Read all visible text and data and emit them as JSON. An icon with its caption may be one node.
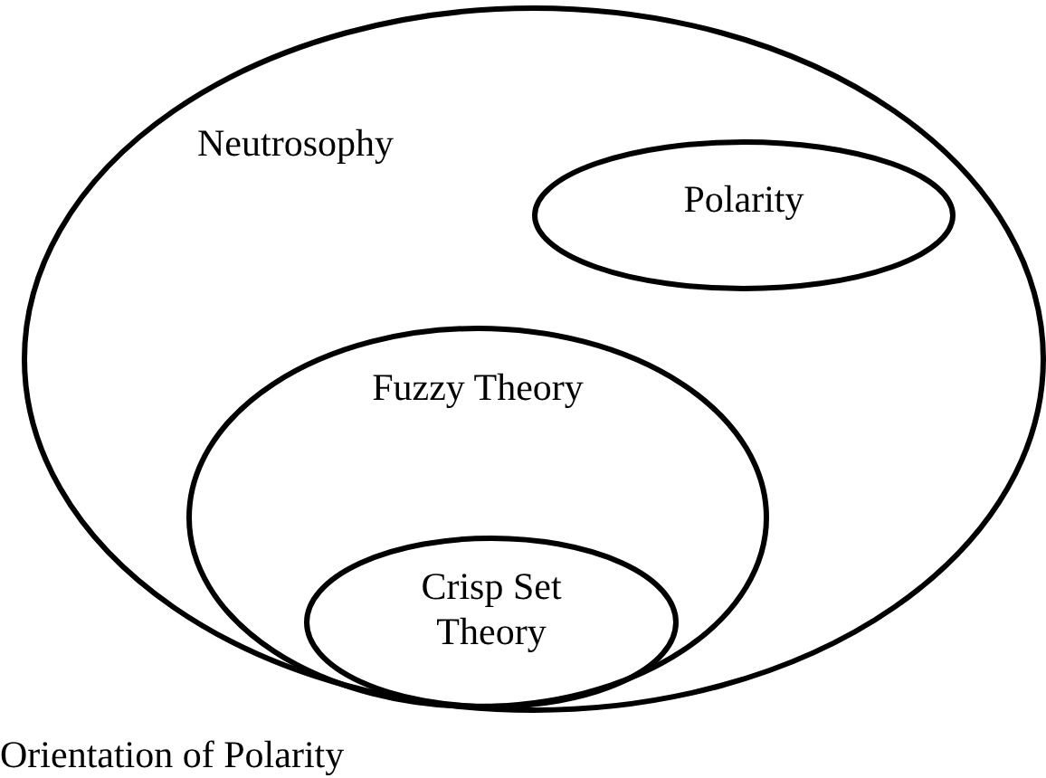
{
  "diagram": {
    "caption": "Orientation of Polarity",
    "nodes": [
      {
        "text": [
          "Neutrosophy"
        ]
      },
      {
        "text": [
          "Polarity"
        ],
        "in": 0
      },
      {
        "text": [
          "Fuzzy Theory"
        ],
        "in": 0
      },
      {
        "text": [
          "Crisp Set Theory"
        ],
        "in": 2
      }
    ]
  }
}
